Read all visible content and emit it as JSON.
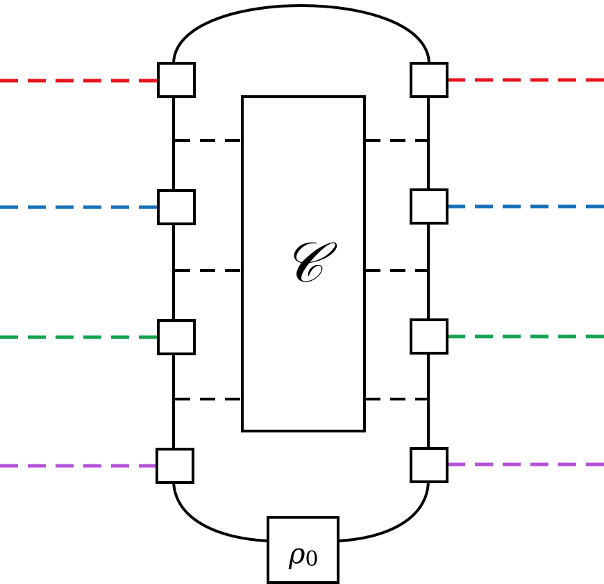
{
  "central_block": {
    "label": "𝒞"
  },
  "initial_state": {
    "symbol": "ρ",
    "subscript": "0"
  },
  "wire_colors": {
    "row1": "#e8141c",
    "row2": "#1770b8",
    "row3": "#13a34f",
    "row4": "#b552d8"
  },
  "internal_connection_color": "#000000"
}
